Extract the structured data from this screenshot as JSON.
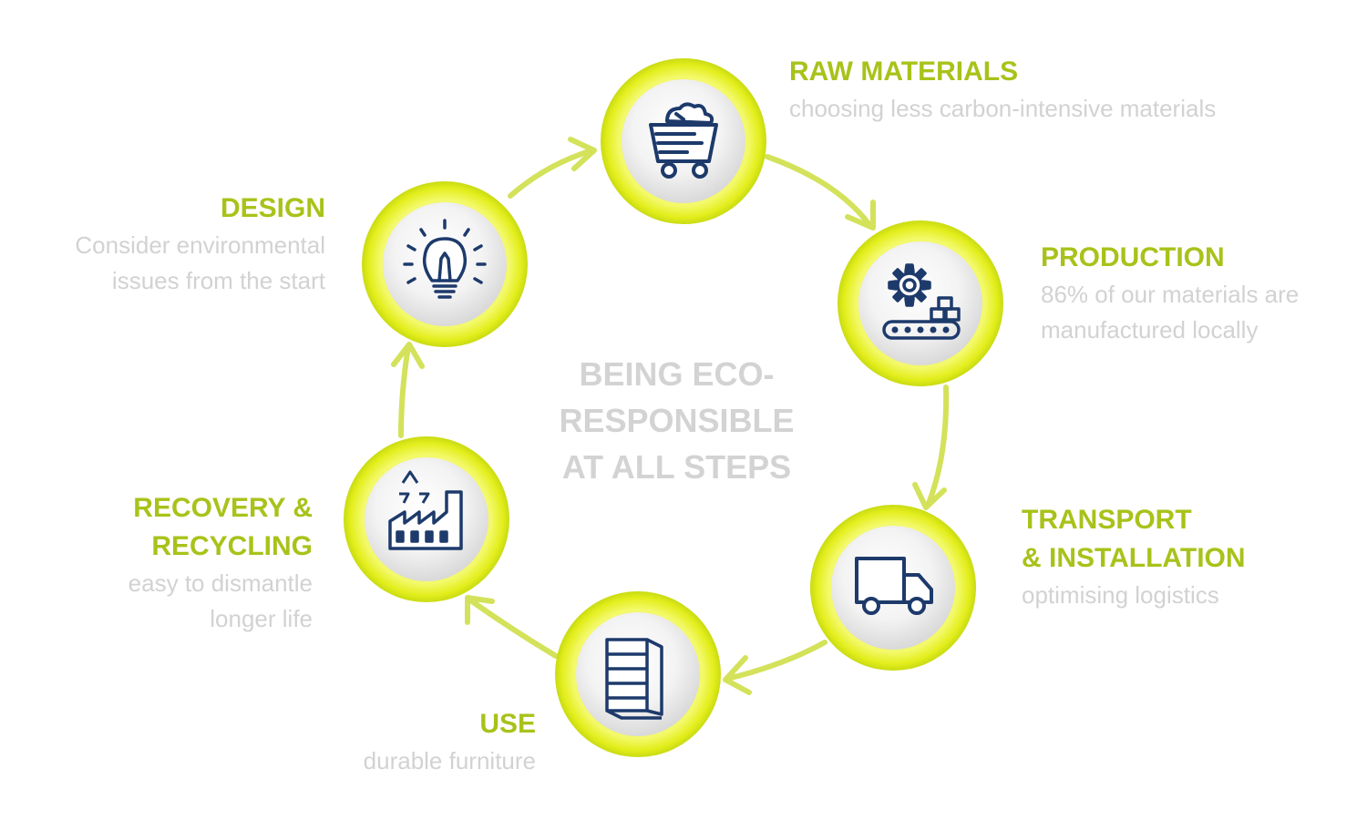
{
  "center_text": "BEING ECO-RESPONSIBLE AT ALL STEPS",
  "colors": {
    "ring": "#e2ee1c",
    "ring_dark": "#bfd611",
    "title_green": "#a9c21a",
    "description_gray": "#d2d2d2",
    "center_gray": "#d3d3d3",
    "icon_navy": "#1d3a6b"
  },
  "steps": [
    {
      "id": "raw-materials",
      "title": "RAW MATERIALS",
      "description": "choosing less carbon-intensive materials",
      "icon": "mine-cart-icon"
    },
    {
      "id": "production",
      "title": "PRODUCTION",
      "description_lines": [
        "86% of our materials are",
        "manufactured locally"
      ],
      "icon": "gear-conveyor-icon"
    },
    {
      "id": "transport",
      "title_lines": [
        "TRANSPORT",
        "& INSTALLATION"
      ],
      "description": "optimising logistics",
      "icon": "delivery-truck-icon"
    },
    {
      "id": "use",
      "title": "USE",
      "description": "durable furniture",
      "icon": "shelving-unit-icon"
    },
    {
      "id": "recovery",
      "title_lines": [
        "RECOVERY &",
        "RECYCLING"
      ],
      "description_lines": [
        "easy to dismantle",
        "longer life"
      ],
      "icon": "recycling-factory-icon"
    },
    {
      "id": "design",
      "title": "DESIGN",
      "description_lines": [
        "Consider environmental",
        "issues from the  start"
      ],
      "icon": "lightbulb-icon"
    }
  ]
}
